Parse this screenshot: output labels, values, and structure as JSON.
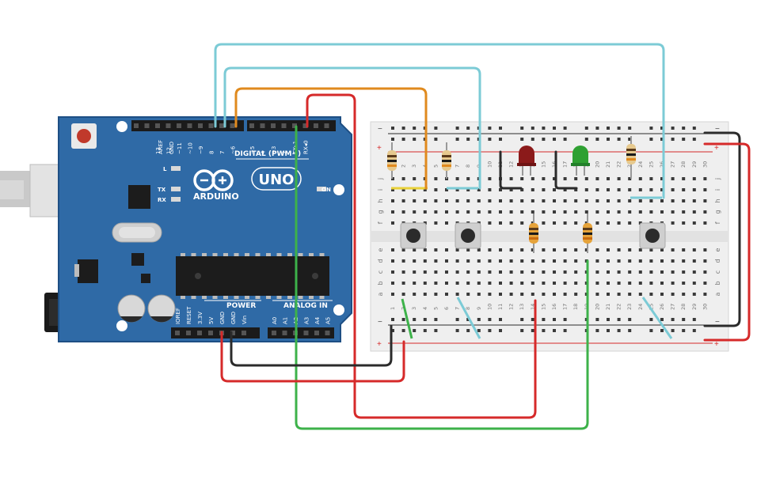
{
  "colors": {
    "board": "#2f6aa6",
    "board_edge": "#1e4f84",
    "wire_cyan": "#7ccbd6",
    "wire_orange": "#e08a1e",
    "wire_red": "#d62a2a",
    "wire_green": "#3db24a",
    "wire_black": "#2b2b2b",
    "breadboard": "#efefef",
    "led_red": "#8b1a1a",
    "led_green": "#2fa032"
  },
  "arduino": {
    "brand": "ARDUINO",
    "model": "UNO",
    "on_label": "ON",
    "l_label": "L",
    "tx_label": "TX",
    "rx_label": "RX",
    "digital_header": "DIGITAL (PWM~)",
    "power_header": "POWER",
    "analog_header": "ANALOG IN",
    "digital_pins": [
      "AREF",
      "GND",
      "13",
      "12",
      "~11",
      "~10",
      "~9",
      "8",
      "7",
      "~6",
      "~5",
      "4",
      "~3",
      "2",
      "TX▸1",
      "RX◂0"
    ],
    "power_pins": [
      "IOREF",
      "RESET",
      "3.3V",
      "5V",
      "GND",
      "GND",
      "Vin"
    ],
    "analog_pins": [
      "A0",
      "A1",
      "A2",
      "A3",
      "A4",
      "A5"
    ]
  },
  "breadboard": {
    "column_numbers": [
      "1",
      "2",
      "3",
      "4",
      "5",
      "6",
      "7",
      "8",
      "9",
      "10",
      "11",
      "12",
      "13",
      "14",
      "15",
      "16",
      "17",
      "18",
      "19",
      "20",
      "21",
      "22",
      "23",
      "24",
      "25",
      "26",
      "27",
      "28",
      "29",
      "30"
    ],
    "top_rows": [
      "j",
      "i",
      "h",
      "g",
      "f"
    ],
    "bottom_rows": [
      "e",
      "d",
      "c",
      "b",
      "a"
    ],
    "rail_minus": "−",
    "rail_plus": "+"
  }
}
